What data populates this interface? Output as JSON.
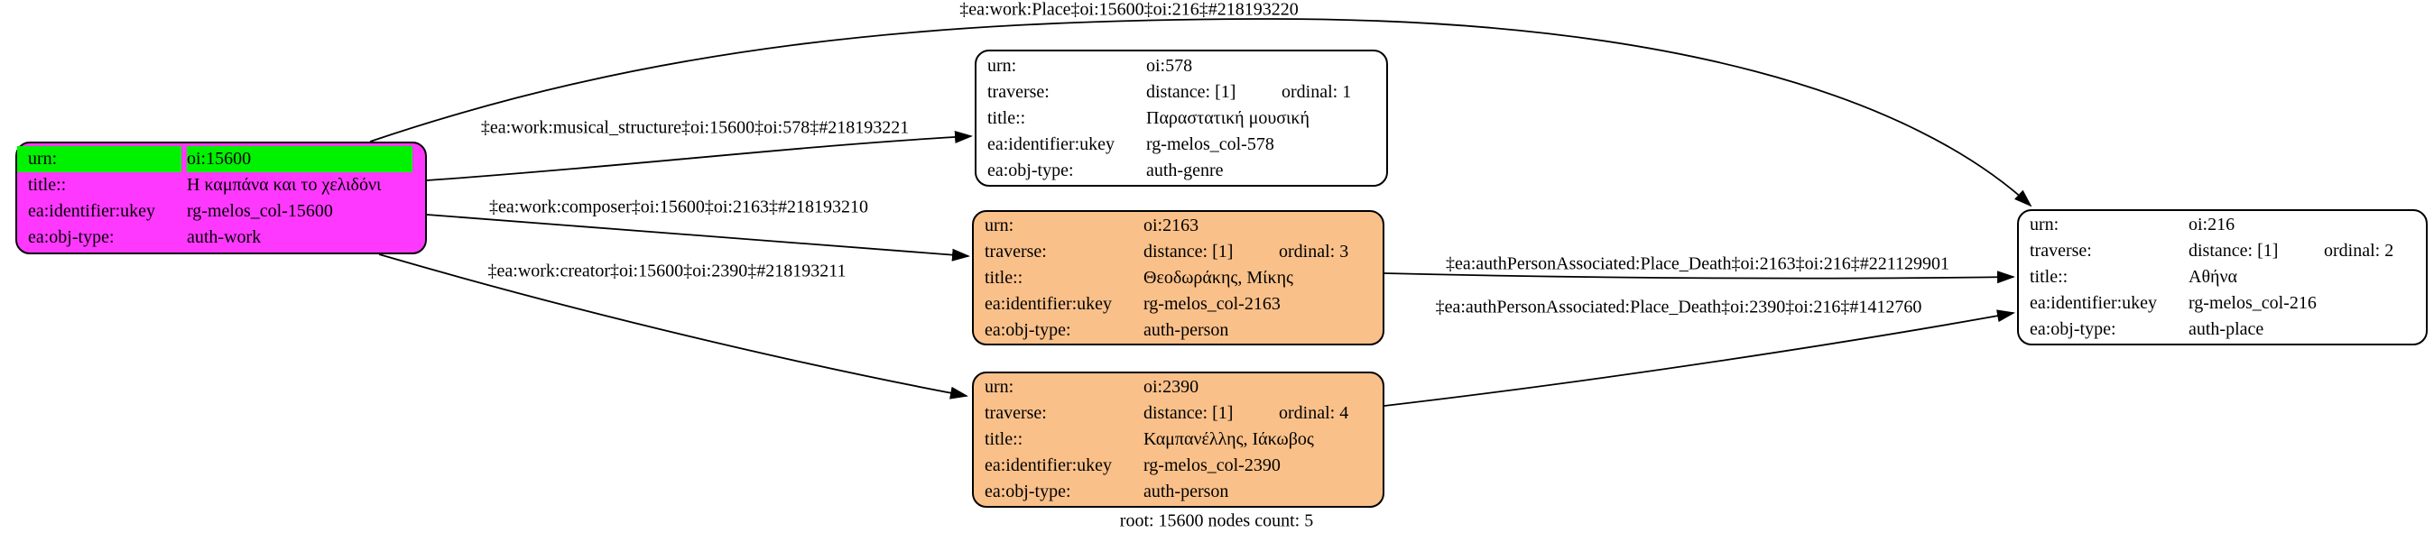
{
  "diagram": {
    "footer": "root: 15600 nodes count: 5",
    "colors": {
      "work_node_fill": "#ff38ff",
      "urn_highlight": "#00f200",
      "person_node_fill": "#f9c089",
      "genre_node_fill": "#ffffff",
      "place_node_fill": "#ffffff",
      "node_border": "#000000",
      "edge_stroke": "#000000"
    },
    "nodes": [
      {
        "id": "oi:15600",
        "rows": [
          {
            "key": "urn:",
            "value": "oi:15600"
          },
          {
            "key": "title::",
            "value": "Η καμπάνα και το χελιδόνι"
          },
          {
            "key": "ea:identifier:ukey",
            "value": "rg-melos_col-15600"
          },
          {
            "key": "ea:obj-type:",
            "value": "auth-work"
          }
        ]
      },
      {
        "id": "oi:578",
        "rows": [
          {
            "key": "urn:",
            "value": "oi:578"
          },
          {
            "key": "traverse:",
            "value": "distance: [1]",
            "value2": "ordinal: 1"
          },
          {
            "key": "title::",
            "value": "Παραστατική μουσική"
          },
          {
            "key": "ea:identifier:ukey",
            "value": "rg-melos_col-578"
          },
          {
            "key": "ea:obj-type:",
            "value": "auth-genre"
          }
        ]
      },
      {
        "id": "oi:2163",
        "rows": [
          {
            "key": "urn:",
            "value": "oi:2163"
          },
          {
            "key": "traverse:",
            "value": "distance: [1]",
            "value2": "ordinal: 3"
          },
          {
            "key": "title::",
            "value": "Θεοδωράκης, Μίκης"
          },
          {
            "key": "ea:identifier:ukey",
            "value": "rg-melos_col-2163"
          },
          {
            "key": "ea:obj-type:",
            "value": "auth-person"
          }
        ]
      },
      {
        "id": "oi:2390",
        "rows": [
          {
            "key": "urn:",
            "value": "oi:2390"
          },
          {
            "key": "traverse:",
            "value": "distance: [1]",
            "value2": "ordinal: 4"
          },
          {
            "key": "title::",
            "value": "Καμπανέλλης, Ιάκωβος"
          },
          {
            "key": "ea:identifier:ukey",
            "value": "rg-melos_col-2390"
          },
          {
            "key": "ea:obj-type:",
            "value": "auth-person"
          }
        ]
      },
      {
        "id": "oi:216",
        "rows": [
          {
            "key": "urn:",
            "value": "oi:216"
          },
          {
            "key": "traverse:",
            "value": "distance: [1]",
            "value2": "ordinal: 2"
          },
          {
            "key": "title::",
            "value": "Αθήνα"
          },
          {
            "key": "ea:identifier:ukey",
            "value": "rg-melos_col-216"
          },
          {
            "key": "ea:obj-type:",
            "value": "auth-place"
          }
        ]
      }
    ],
    "edges": [
      {
        "label": "‡ea:work:Place‡oi:15600‡oi:216‡#218193220"
      },
      {
        "label": "‡ea:work:musical_structure‡oi:15600‡oi:578‡#218193221"
      },
      {
        "label": "‡ea:work:composer‡oi:15600‡oi:2163‡#218193210"
      },
      {
        "label": "‡ea:work:creator‡oi:15600‡oi:2390‡#218193211"
      },
      {
        "label": "‡ea:authPersonAssociated:Place_Death‡oi:2163‡oi:216‡#221129901"
      },
      {
        "label": "‡ea:authPersonAssociated:Place_Death‡oi:2390‡oi:216‡#1412760"
      }
    ]
  }
}
